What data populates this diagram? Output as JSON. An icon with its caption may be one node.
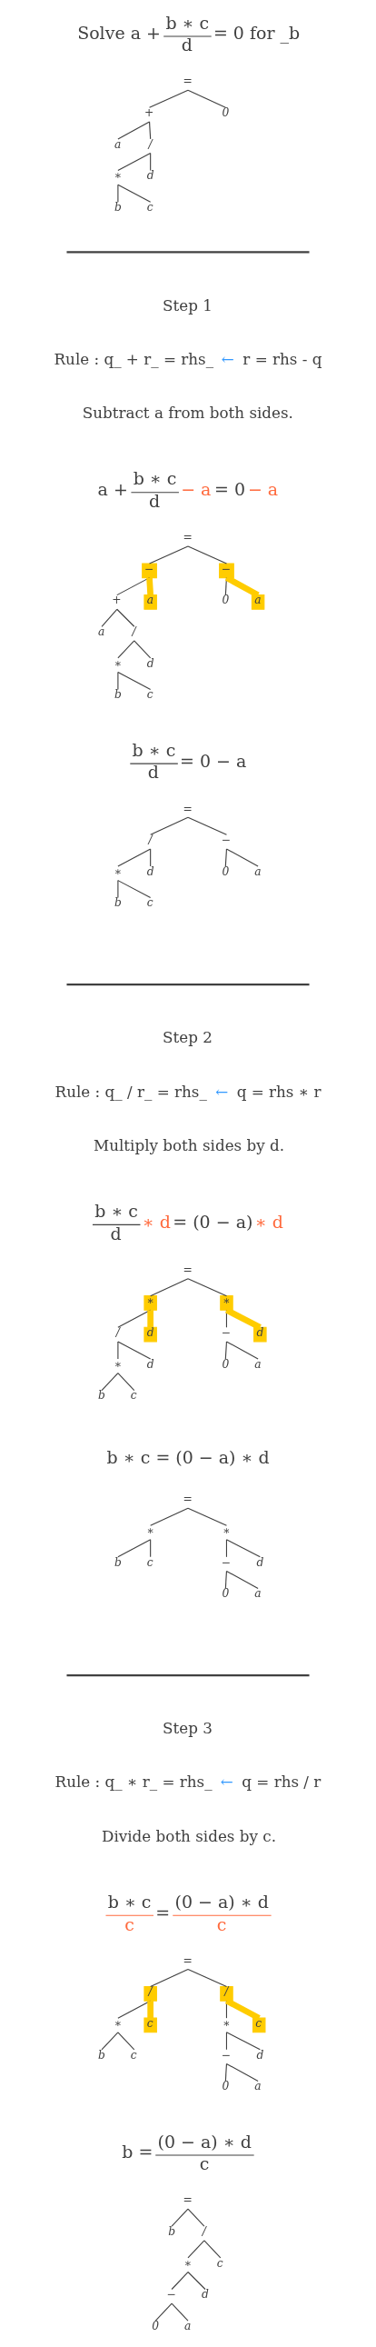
{
  "diagram": {
    "nodes": [
      {
        "text": [
          "="
        ]
      },
      {
        "text": [
          "+"
        ]
      },
      {
        "text": [
          "0"
        ]
      },
      {
        "text": [
          "a"
        ]
      },
      {
        "text": [
          "/"
        ]
      },
      {
        "text": [
          "∗"
        ]
      },
      {
        "text": [
          "d"
        ]
      },
      {
        "text": [
          "b"
        ]
      },
      {
        "text": [
          "c"
        ]
      },
      {
        "text": [
          "="
        ]
      },
      {
        "text": [
          "−"
        ]
      },
      {
        "text": [
          "−"
        ]
      },
      {
        "text": [
          "+"
        ]
      },
      {
        "text": [
          "a"
        ]
      },
      {
        "text": [
          "0"
        ]
      },
      {
        "text": [
          "a"
        ]
      },
      {
        "text": [
          "a"
        ]
      },
      {
        "text": [
          "/"
        ]
      },
      {
        "text": [
          "∗"
        ]
      },
      {
        "text": [
          "d"
        ]
      },
      {
        "text": [
          "b"
        ]
      },
      {
        "text": [
          "c"
        ]
      },
      {
        "text": [
          "="
        ]
      },
      {
        "text": [
          "/"
        ]
      },
      {
        "text": [
          "−"
        ]
      },
      {
        "text": [
          "∗"
        ]
      },
      {
        "text": [
          "d"
        ]
      },
      {
        "text": [
          "0"
        ]
      },
      {
        "text": [
          "a"
        ]
      },
      {
        "text": [
          "b"
        ]
      },
      {
        "text": [
          "c"
        ]
      },
      {
        "text": [
          "="
        ]
      },
      {
        "text": [
          "∗"
        ]
      },
      {
        "text": [
          "∗"
        ]
      },
      {
        "text": [
          "/"
        ]
      },
      {
        "text": [
          "d"
        ]
      },
      {
        "text": [
          "−"
        ]
      },
      {
        "text": [
          "d"
        ]
      },
      {
        "text": [
          "∗"
        ]
      },
      {
        "text": [
          "d"
        ]
      },
      {
        "text": [
          "0"
        ]
      },
      {
        "text": [
          "a"
        ]
      },
      {
        "text": [
          "b"
        ]
      },
      {
        "text": [
          "c"
        ]
      },
      {
        "text": [
          "="
        ]
      },
      {
        "text": [
          "∗"
        ]
      },
      {
        "text": [
          "∗"
        ]
      },
      {
        "text": [
          "b"
        ]
      },
      {
        "text": [
          "c"
        ]
      },
      {
        "text": [
          "−"
        ]
      },
      {
        "text": [
          "d"
        ]
      },
      {
        "text": [
          "0"
        ]
      },
      {
        "text": [
          "a"
        ]
      },
      {
        "text": [
          "="
        ]
      },
      {
        "text": [
          "/"
        ]
      },
      {
        "text": [
          "/"
        ]
      },
      {
        "text": [
          "∗"
        ]
      },
      {
        "text": [
          "c"
        ]
      },
      {
        "text": [
          "∗"
        ]
      },
      {
        "text": [
          "c"
        ]
      },
      {
        "text": [
          "b"
        ]
      },
      {
        "text": [
          "c"
        ]
      },
      {
        "text": [
          "−"
        ]
      },
      {
        "text": [
          "d"
        ]
      },
      {
        "text": [
          "0"
        ]
      },
      {
        "text": [
          "a"
        ]
      },
      {
        "text": [
          "="
        ]
      },
      {
        "text": [
          "b"
        ]
      },
      {
        "text": [
          "/"
        ]
      },
      {
        "text": [
          "∗"
        ]
      },
      {
        "text": [
          "c"
        ]
      },
      {
        "text": [
          "−"
        ]
      },
      {
        "text": [
          "d"
        ]
      },
      {
        "text": [
          "0"
        ]
      },
      {
        "text": [
          "a"
        ]
      }
    ],
    "edges": [
      {
        "from": 0,
        "to": 1,
        "arrow": "none"
      },
      {
        "from": 0,
        "to": 2,
        "arrow": "none"
      },
      {
        "from": 1,
        "to": 3,
        "arrow": "none"
      },
      {
        "from": 1,
        "to": 4,
        "arrow": "none"
      },
      {
        "from": 4,
        "to": 5,
        "arrow": "none"
      },
      {
        "from": 4,
        "to": 6,
        "arrow": "none"
      },
      {
        "from": 5,
        "to": 7,
        "arrow": "none"
      },
      {
        "from": 5,
        "to": 8,
        "arrow": "none"
      },
      {
        "from": 9,
        "to": 10,
        "arrow": "none"
      },
      {
        "from": 9,
        "to": 11,
        "arrow": "none"
      },
      {
        "from": 10,
        "to": 12,
        "arrow": "none"
      },
      {
        "from": 10,
        "to": 13,
        "arrow": "none",
        "style": "thick",
        "color": "#ffcc00"
      },
      {
        "from": 11,
        "to": 14,
        "arrow": "none"
      },
      {
        "from": 11,
        "to": 15,
        "arrow": "none",
        "style": "thick",
        "color": "#ffcc00"
      },
      {
        "from": 12,
        "to": 16,
        "arrow": "none"
      },
      {
        "from": 12,
        "to": 17,
        "arrow": "none"
      },
      {
        "from": 17,
        "to": 18,
        "arrow": "none"
      },
      {
        "from": 17,
        "to": 19,
        "arrow": "none"
      },
      {
        "from": 18,
        "to": 20,
        "arrow": "none"
      },
      {
        "from": 18,
        "to": 21,
        "arrow": "none"
      },
      {
        "from": 22,
        "to": 23,
        "arrow": "none"
      },
      {
        "from": 22,
        "to": 24,
        "arrow": "none"
      },
      {
        "from": 23,
        "to": 25,
        "arrow": "none"
      },
      {
        "from": 23,
        "to": 26,
        "arrow": "none"
      },
      {
        "from": 24,
        "to": 27,
        "arrow": "none"
      },
      {
        "from": 24,
        "to": 28,
        "arrow": "none"
      },
      {
        "from": 25,
        "to": 29,
        "arrow": "none"
      },
      {
        "from": 25,
        "to": 30,
        "arrow": "none"
      },
      {
        "from": 31,
        "to": 32,
        "arrow": "none"
      },
      {
        "from": 31,
        "to": 33,
        "arrow": "none"
      },
      {
        "from": 32,
        "to": 34,
        "arrow": "none"
      },
      {
        "from": 32,
        "to": 35,
        "arrow": "none",
        "style": "thick",
        "color": "#ffcc00"
      },
      {
        "from": 33,
        "to": 36,
        "arrow": "none"
      },
      {
        "from": 33,
        "to": 37,
        "arrow": "none",
        "style": "thick",
        "color": "#ffcc00"
      },
      {
        "from": 34,
        "to": 38,
        "arrow": "none"
      },
      {
        "from": 34,
        "to": 39,
        "arrow": "none"
      },
      {
        "from": 36,
        "to": 40,
        "arrow": "none"
      },
      {
        "from": 36,
        "to": 41,
        "arrow": "none"
      },
      {
        "from": 38,
        "to": 42,
        "arrow": "none"
      },
      {
        "from": 38,
        "to": 43,
        "arrow": "none"
      },
      {
        "from": 44,
        "to": 45,
        "arrow": "none"
      },
      {
        "from": 44,
        "to": 46,
        "arrow": "none"
      },
      {
        "from": 45,
        "to": 47,
        "arrow": "none"
      },
      {
        "from": 45,
        "to": 48,
        "arrow": "none"
      },
      {
        "from": 46,
        "to": 49,
        "arrow": "none"
      },
      {
        "from": 46,
        "to": 50,
        "arrow": "none"
      },
      {
        "from": 49,
        "to": 51,
        "arrow": "none"
      },
      {
        "from": 49,
        "to": 52,
        "arrow": "none"
      },
      {
        "from": 53,
        "to": 54,
        "arrow": "none"
      },
      {
        "from": 53,
        "to": 55,
        "arrow": "none"
      },
      {
        "from": 54,
        "to": 56,
        "arrow": "none"
      },
      {
        "from": 54,
        "to": 57,
        "arrow": "none",
        "style": "thick",
        "color": "#ffcc00"
      },
      {
        "from": 55,
        "to": 58,
        "arrow": "none"
      },
      {
        "from": 55,
        "to": 59,
        "arrow": "none",
        "style": "thick",
        "color": "#ffcc00"
      },
      {
        "from": 56,
        "to": 60,
        "arrow": "none"
      },
      {
        "from": 56,
        "to": 61,
        "arrow": "none"
      },
      {
        "from": 58,
        "to": 62,
        "arrow": "none"
      },
      {
        "from": 58,
        "to": 63,
        "arrow": "none"
      },
      {
        "from": 62,
        "to": 64,
        "arrow": "none"
      },
      {
        "from": 62,
        "to": 65,
        "arrow": "none"
      },
      {
        "from": 66,
        "to": 67,
        "arrow": "none"
      },
      {
        "from": 66,
        "to": 68,
        "arrow": "none"
      },
      {
        "from": 68,
        "to": 69,
        "arrow": "none"
      },
      {
        "from": 68,
        "to": 70,
        "arrow": "none"
      },
      {
        "from": 69,
        "to": 71,
        "arrow": "none"
      },
      {
        "from": 69,
        "to": 72,
        "arrow": "none"
      },
      {
        "from": 71,
        "to": 73,
        "arrow": "none"
      },
      {
        "from": 71,
        "to": 74,
        "arrow": "none"
      }
    ],
    "labels": [
      "Solve a +",
      "b ∗ c",
      "d",
      "= 0 for _b",
      "Step 1",
      "Rule : q_ + r_ = rhs_",
      "←",
      "r = rhs - q",
      "Subtract a from both sides.",
      "a +",
      "b ∗ c",
      "d",
      "− a",
      "= 0",
      "− a",
      "b ∗ c",
      "d",
      "= 0 − a",
      "Step 2",
      "Rule : q_ / r_ = rhs_",
      "←",
      "q = rhs ∗ r",
      "Multiply both sides by d.",
      "b ∗ c",
      "d",
      "∗ d",
      "= (0 − a)",
      "∗ d",
      "b ∗ c = (0 − a) ∗ d",
      "Step 3",
      "Rule : q_ ∗ r_ = rhs_",
      "←",
      "q = rhs / r",
      "Divide both sides by c.",
      "b ∗ c",
      "c",
      "=",
      "(0 − a) ∗ d",
      "c",
      "b =",
      "(0 − a) ∗ d",
      "c"
    ]
  }
}
